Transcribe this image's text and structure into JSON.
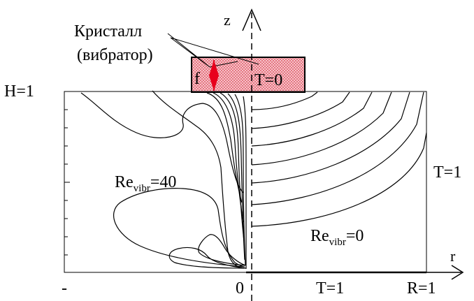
{
  "labels": {
    "crystal_line1": "Кристалл",
    "crystal_line2": "(вибратор)",
    "z_axis": "z",
    "r_axis": "r",
    "H": "H=1",
    "f": "f",
    "T_top": "T=0",
    "T_right": "T=1",
    "T_bottom": "T=1",
    "R": "R=1",
    "origin": "0",
    "dash": "-",
    "re_left_base": "Re",
    "re_left_sub": "vibr",
    "re_left_val": "=40",
    "re_right_base": "Re",
    "re_right_sub": "vibr",
    "re_right_val": "=0"
  },
  "colors": {
    "crystal_fill": "#f2a6ae",
    "crystal_border": "#000000",
    "arrow": "#e8001c",
    "line": "#000000"
  }
}
